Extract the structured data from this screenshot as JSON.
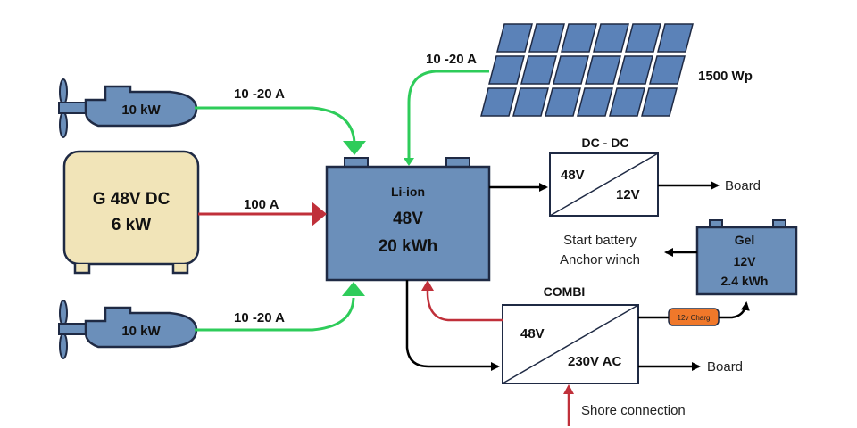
{
  "colors": {
    "battery_fill": "#6b8fba",
    "battery_stroke": "#1f2a44",
    "generator_fill": "#f1e4b8",
    "arrow_green": "#2ecc5a",
    "arrow_red": "#c0303a",
    "arrow_black": "#000000",
    "charger_fill": "#f0782a",
    "solar_fill": "#5b82b8"
  },
  "motor_top": {
    "label": "10 kW",
    "current": "10 -20 A"
  },
  "motor_bottom": {
    "label": "10 kW",
    "current": "10 -20 A"
  },
  "generator": {
    "line1": "G 48V DC",
    "line2": "6 kW",
    "current": "100 A"
  },
  "solar": {
    "label": "1500 Wp",
    "current": "10 -20 A"
  },
  "main_battery": {
    "chem": "Li-ion",
    "voltage": "48V",
    "capacity": "20 kWh"
  },
  "dcdc": {
    "title": "DC - DC",
    "in": "48V",
    "out": "12V",
    "output": "Board"
  },
  "gel_battery": {
    "title": "Gel",
    "voltage": "12V",
    "capacity": "2.4 kWh"
  },
  "start_loads": {
    "line1": "Start battery",
    "line2": "Anchor winch"
  },
  "combi": {
    "title": "COMBI",
    "in": "48V",
    "out": "230V AC",
    "output": "Board",
    "input": "Shore connection"
  },
  "charger": {
    "label": "12v Charg"
  }
}
